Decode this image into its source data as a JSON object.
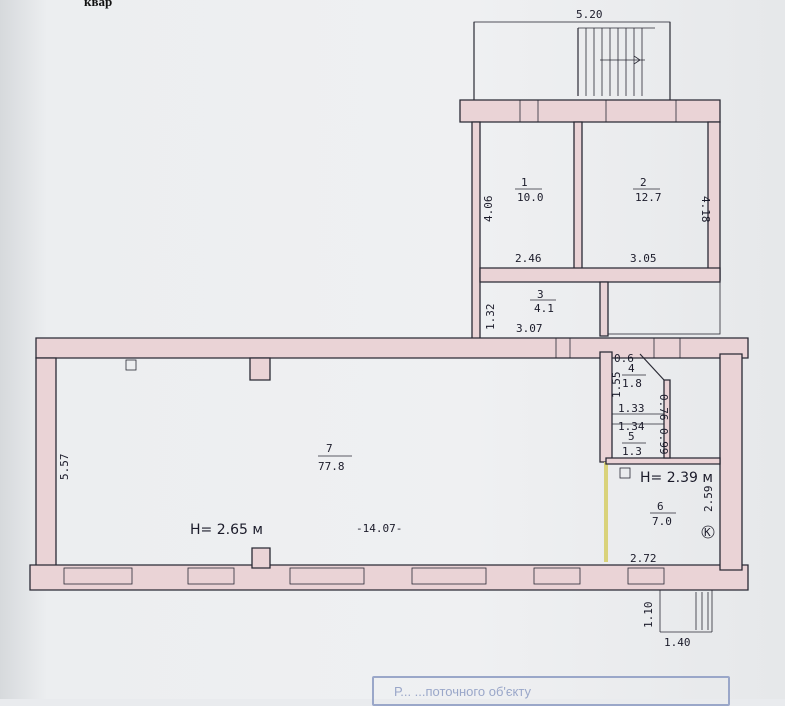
{
  "header": {
    "corner_text": "квар"
  },
  "stamp": {
    "text": "Р... ...поточного об'єкту"
  },
  "rooms": [
    {
      "id": "1",
      "number": "1",
      "area": "10.0"
    },
    {
      "id": "2",
      "number": "2",
      "area": "12.7"
    },
    {
      "id": "3",
      "number": "3",
      "area": "4.1"
    },
    {
      "id": "4",
      "number": "4",
      "area": "1.8"
    },
    {
      "id": "5",
      "number": "5",
      "area": "1.3"
    },
    {
      "id": "6",
      "number": "6",
      "area": "7.0"
    },
    {
      "id": "7",
      "number": "7",
      "area": "77.8"
    }
  ],
  "dimensions": {
    "stair_top": "5.20",
    "room1_height": "4.06",
    "room2_height": "4.18",
    "room1_width": "2.46",
    "room2_width": "3.05",
    "room3_height": "1.32",
    "room3_width": "3.07",
    "room4_top": "0.6",
    "room4_left": "1.55",
    "room4_right": "0.76",
    "room4_bottom": "1.33",
    "room5_top": "1.34",
    "room5_right": "0.99",
    "room6_height": "2.59",
    "room6_width": "2.72",
    "room7_height": "5.57",
    "room7_width": "-14.07-",
    "porch_height": "1.10",
    "porch_width": "1.40"
  },
  "heights": {
    "main": "H= 2.65 м",
    "room6": "H= 2.39 м"
  },
  "marks": {
    "k": "K"
  },
  "colors": {
    "wall_fill": "#ead3d6",
    "line": "#2a2a35",
    "partition": "#d9d27a"
  }
}
